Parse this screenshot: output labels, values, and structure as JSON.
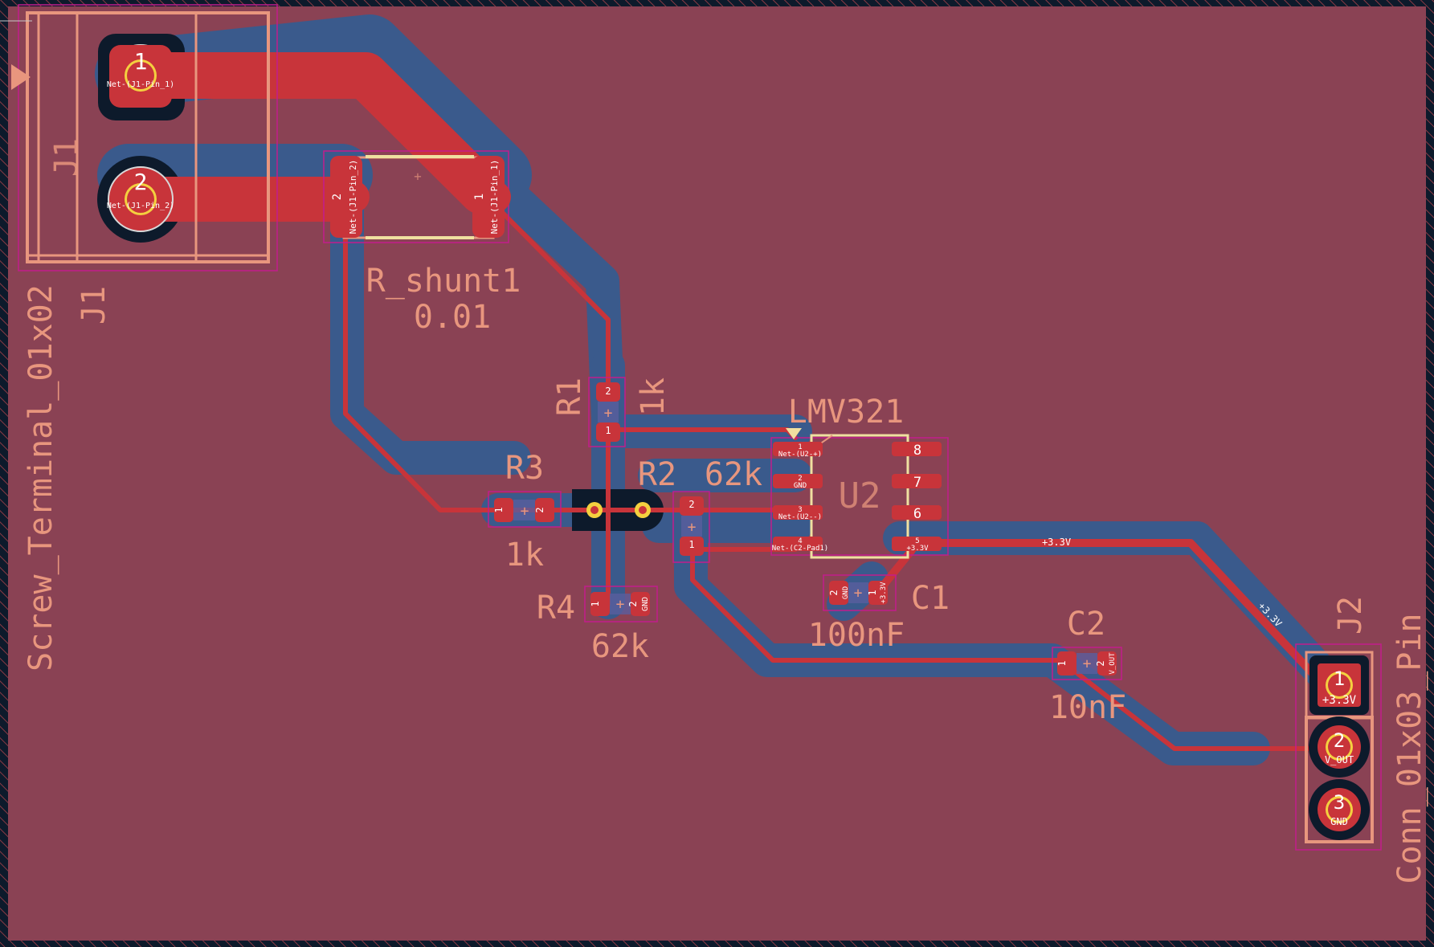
{
  "colors": {
    "board": "#8a4254",
    "edge": "#0d1a2b",
    "copper_top": "#c8343a",
    "copper_bottom": "#3a5a8c",
    "silkscreen": "#e8967e",
    "courtyard": "#c21d8c",
    "fab": "#ffffff"
  },
  "footprints": {
    "J1": {
      "ref": "J1",
      "value": "Screw_Terminal_01x02",
      "pads": [
        {
          "num": "1",
          "net": "Net-(J1-Pin_1)"
        },
        {
          "num": "2",
          "net": "Net-(J1-Pin_2)"
        }
      ]
    },
    "R_shunt1": {
      "ref": "R_shunt1",
      "value": "0.01",
      "pads": [
        {
          "num": "2",
          "net": "Net-(J1-Pin_2)"
        },
        {
          "num": "1",
          "net": "Net-(J1-Pin_1)"
        }
      ]
    },
    "R1": {
      "ref": "R1",
      "value": "1k"
    },
    "R2": {
      "ref": "R2",
      "value": "62k"
    },
    "R3": {
      "ref": "R3",
      "value": "1k"
    },
    "R4": {
      "ref": "R4",
      "value": "62k",
      "pad2_net": "GND"
    },
    "U2": {
      "ref": "U2",
      "value": "LMV321",
      "pads": [
        {
          "num": "1",
          "net": "Net-(U2-+)"
        },
        {
          "num": "2",
          "net": "GND"
        },
        {
          "num": "3",
          "net": "Net-(U2--)"
        },
        {
          "num": "4",
          "net": "Net-(C2-Pad1)"
        },
        {
          "num": "5",
          "net": "+3.3V"
        },
        {
          "num": "6",
          "net": ""
        },
        {
          "num": "7",
          "net": ""
        },
        {
          "num": "8",
          "net": ""
        }
      ]
    },
    "C1": {
      "ref": "C1",
      "value": "100nF",
      "pads": [
        {
          "num": "2",
          "net": "GND"
        },
        {
          "num": "1",
          "net": "+3.3V"
        }
      ]
    },
    "C2": {
      "ref": "C2",
      "value": "10nF",
      "pads": [
        {
          "num": "1",
          "net": ""
        },
        {
          "num": "2",
          "net": "V_OUT"
        }
      ]
    },
    "J2": {
      "ref": "J2",
      "value": "Conn_01x03_Pin",
      "pads": [
        {
          "num": "1",
          "net": "+3.3V"
        },
        {
          "num": "2",
          "net": "V_OUT"
        },
        {
          "num": "3",
          "net": "GND"
        }
      ]
    }
  },
  "track_labels": {
    "supply_track": "+3.3V",
    "supply_track_diag": "+3.3V"
  }
}
